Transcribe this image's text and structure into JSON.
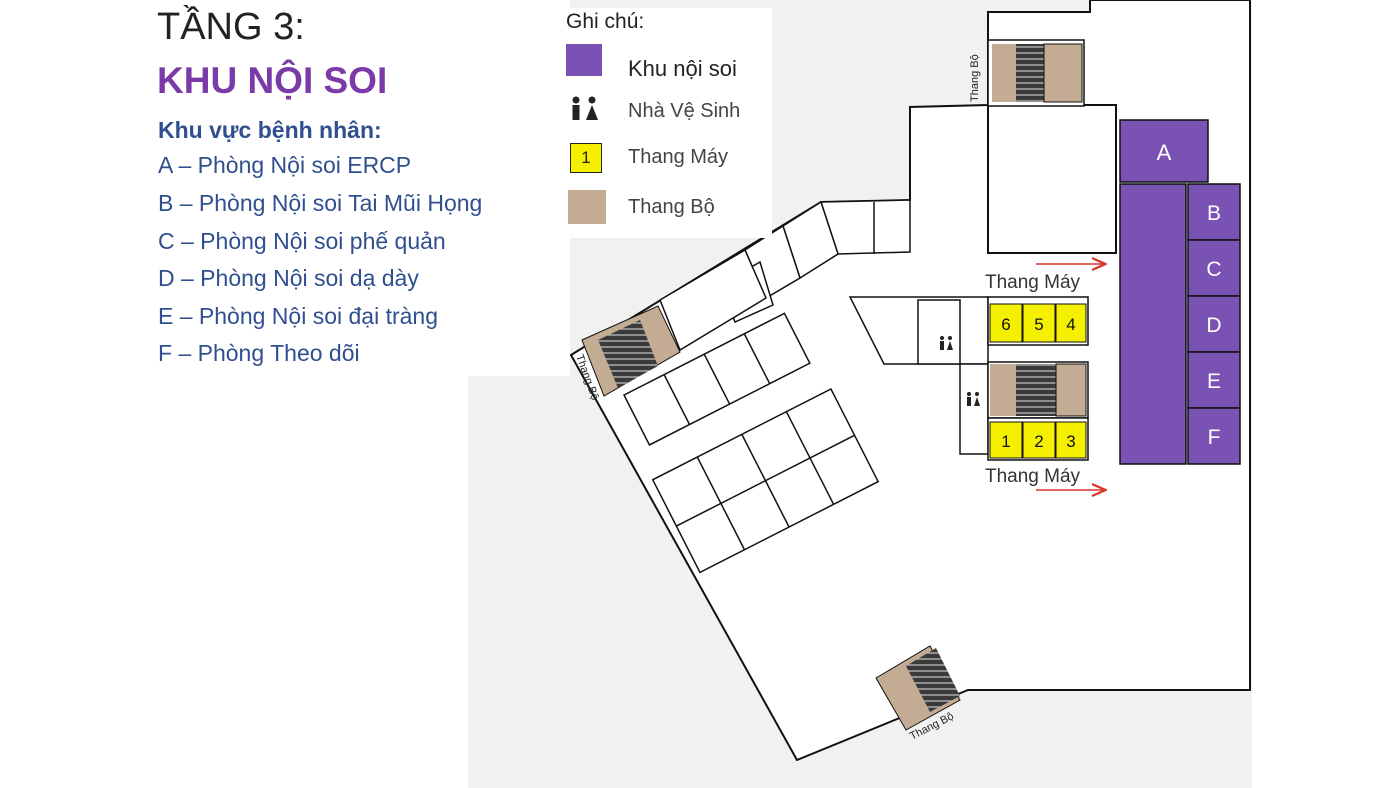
{
  "header": {
    "floor": "TẦNG 3:",
    "zone": "KHU NỘI SOI",
    "patient_area_heading": "Khu vực bệnh nhân:",
    "rooms": [
      "A – Phòng Nội soi ERCP",
      "B – Phòng Nội soi Tai Mũi Họng",
      "C – Phòng Nội soi phế quản",
      "D – Phòng Nội soi dạ dày",
      "E – Phòng Nội soi đại tràng",
      "F – Phòng Theo dõi"
    ]
  },
  "legend": {
    "title": "Ghi chú:",
    "items": [
      {
        "label": "Khu nội soi",
        "color": "#7952b3",
        "icon": "endoscopy-zone-swatch"
      },
      {
        "label": "Nhà Vệ Sinh",
        "icon": "restroom-icon"
      },
      {
        "label": "Thang Máy",
        "color": "#f5f000",
        "icon": "elevator-swatch",
        "sample": "1"
      },
      {
        "label": "Thang Bộ",
        "color": "#c4ac94",
        "icon": "stairs-swatch"
      }
    ]
  },
  "map": {
    "room_labels": [
      "A",
      "B",
      "C",
      "D",
      "E",
      "F"
    ],
    "elevators_top": [
      "6",
      "5",
      "4"
    ],
    "elevators_bottom": [
      "1",
      "2",
      "3"
    ],
    "elevator_label": "Thang Máy",
    "stairs_label": "Thang Bộ",
    "colors": {
      "endoscopy": "#7952b3",
      "elevator": "#f5f000",
      "stairs": "#c4ac94",
      "arrow": "#d9342b"
    }
  }
}
